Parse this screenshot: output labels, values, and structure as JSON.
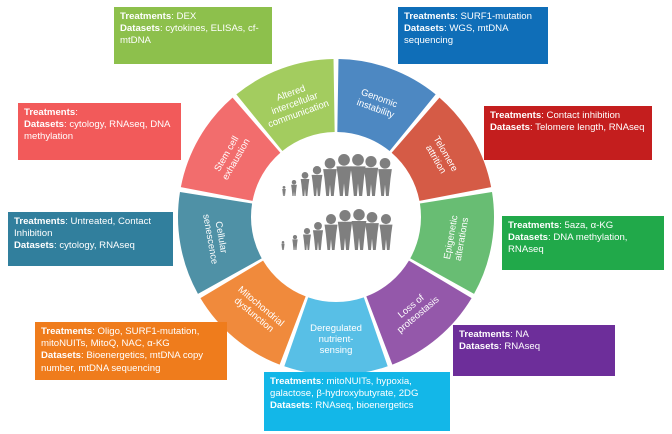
{
  "hallmarks": [
    {
      "key": "altered",
      "lines": [
        "Altered",
        "intercellular",
        "communication"
      ],
      "color": "#a3cc5f"
    },
    {
      "key": "genomic",
      "lines": [
        "Genomic",
        "instability"
      ],
      "color": "#4d88c2"
    },
    {
      "key": "telomere",
      "lines": [
        "Telomere",
        "attrition"
      ],
      "color": "#d55b46"
    },
    {
      "key": "epigenetic",
      "lines": [
        "Epigenetic",
        "alterations"
      ],
      "color": "#68bd73"
    },
    {
      "key": "proteostasis",
      "lines": [
        "Loss of",
        "proteostasis"
      ],
      "color": "#9458aa"
    },
    {
      "key": "nutrient",
      "lines": [
        "Deregulated",
        "nutrient-",
        "sensing"
      ],
      "color": "#58bfe6"
    },
    {
      "key": "mitochondrial",
      "lines": [
        "Mitochondrial",
        "dysfunction"
      ],
      "color": "#f08a3c"
    },
    {
      "key": "senescence",
      "lines": [
        "Cellular",
        "senescence"
      ],
      "color": "#4f91a6"
    },
    {
      "key": "stemcell",
      "lines": [
        "Stem cell",
        "exhaustion"
      ],
      "color": "#f26d6d"
    }
  ],
  "labels": {
    "treatments": "Treatments",
    "datasets": "Datasets"
  },
  "boxes": {
    "altered": {
      "treatments": ": DEX",
      "datasets": ": cytokines, ELISAs, cf-mtDNA",
      "color": "#8dc04c"
    },
    "genomic": {
      "treatments": ": SURF1-mutation",
      "datasets": ": WGS, mtDNA sequencing",
      "color": "#0f6eb8"
    },
    "telomere": {
      "treatments": ": Contact inhibition",
      "datasets": ": Telomere length, RNAseq",
      "color": "#c41e1e"
    },
    "epigenetic": {
      "treatments": ": 5aza, α-KG",
      "datasets": ": DNA methylation, RNAseq",
      "color": "#21a94a"
    },
    "proteostasis": {
      "treatments": ": NA",
      "datasets": ": RNAseq",
      "color": "#6d2e9a"
    },
    "nutrient": {
      "treatments": ": mitoNUITs, hypoxia, galactose, β-hydroxybutyrate, 2DG",
      "datasets": ": RNAseq, bioenergetics",
      "color": "#13b7e8"
    },
    "mitochondrial": {
      "treatments": ": Oligo, SURF1-mutation, mitoNUITs, MitoQ, NAC, α-KG",
      "datasets": ": Bioenergetics, mtDNA copy number, mtDNA sequencing",
      "color": "#ef7c1c"
    },
    "senescence": {
      "treatments": ": Untreated, Contact Inhibition",
      "datasets": ": cytology, RNAseq",
      "color": "#317f9d"
    },
    "stemcell": {
      "treatments": ":",
      "datasets": ": cytology, RNAseq, DNA methylation",
      "color": "#f25a5a"
    }
  },
  "center": {
    "people_color": "#7f7f7f"
  }
}
